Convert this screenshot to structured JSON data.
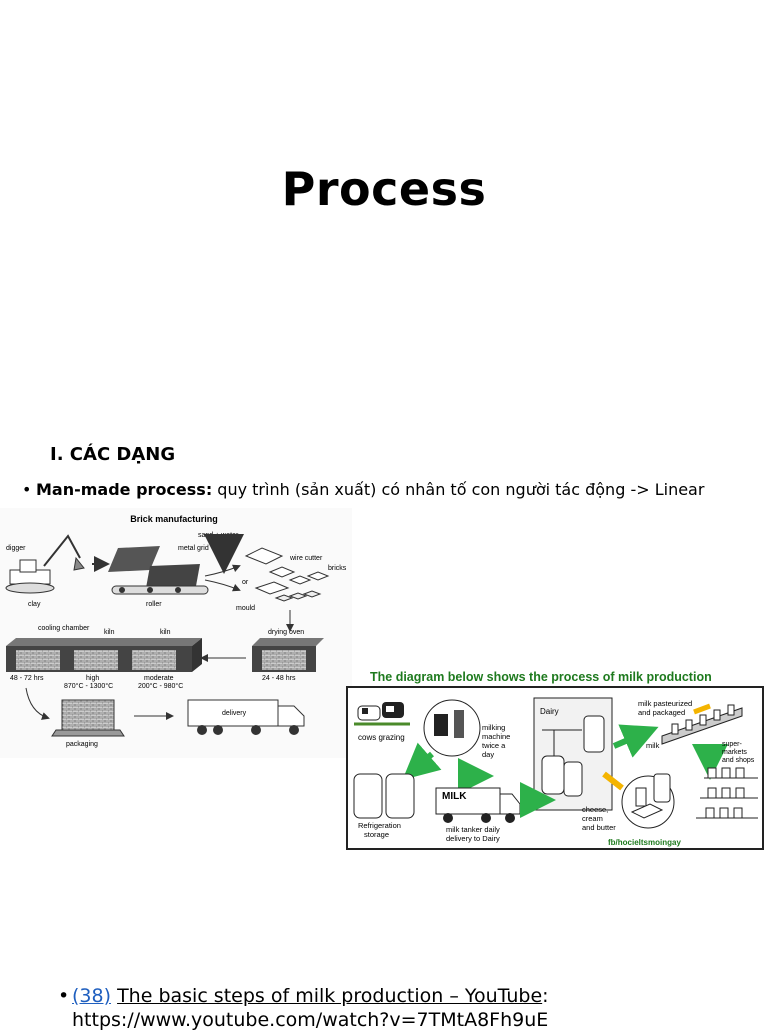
{
  "page": {
    "title": "Process",
    "section_heading": "I. CÁC DẠNG",
    "bullet": {
      "bold": "Man-made process:",
      "text": " quy trình (sản xuất) có nhân tố con người tác động -> Linear"
    }
  },
  "brick_diagram": {
    "title": "Brick manufacturing",
    "labels": {
      "digger": "digger",
      "clay": "clay",
      "metal_grid": "metal grid",
      "roller": "roller",
      "sand_water": "sand + water",
      "wire_cutter": "wire cutter",
      "or": "or",
      "bricks": "bricks",
      "mould": "mould",
      "cooling_chamber": "cooling chamber",
      "kiln1": "kiln",
      "kiln2": "kiln",
      "drying_oven": "drying oven",
      "hrs_48_72": "48 - 72 hrs",
      "high": "high",
      "high_temp": "870°C - 1300°C",
      "moderate": "moderate",
      "moderate_temp": "200°C - 980°C",
      "hrs_24_48": "24 - 48 hrs",
      "packaging": "packaging",
      "delivery": "delivery"
    }
  },
  "milk_diagram": {
    "title": "The diagram below shows the process of milk production",
    "labels": {
      "cows_grazing": "cows grazing",
      "milking_machine": [
        "milking",
        "machine",
        "twice a",
        "day"
      ],
      "dairy": "Dairy",
      "milk_pasteurized": [
        "milk pasteurized",
        "and packaged"
      ],
      "milk": "milk",
      "supermarkets": [
        "super-",
        "markets",
        "and shops"
      ],
      "refrigeration": [
        "Refrigeration",
        "storage"
      ],
      "milk_truck": "MILK",
      "tanker_daily": [
        "milk tanker daily",
        "delivery to Dairy"
      ],
      "cheese": [
        "cheese,",
        "cream",
        "and butter"
      ],
      "credit": "fb/hocieltsmoingay"
    }
  },
  "link": {
    "number": "(38)",
    "title": "The basic steps of milk production – YouTube",
    "separator": ":",
    "url": "https://www.youtube.com/watch?v=7TMtA8Fh9uE"
  },
  "colors": {
    "green_arrow": "#2db14a",
    "orange_arrow": "#f4b400",
    "milk_title_green": "#1e7a1e",
    "link_blue": "#1f5fbf"
  }
}
